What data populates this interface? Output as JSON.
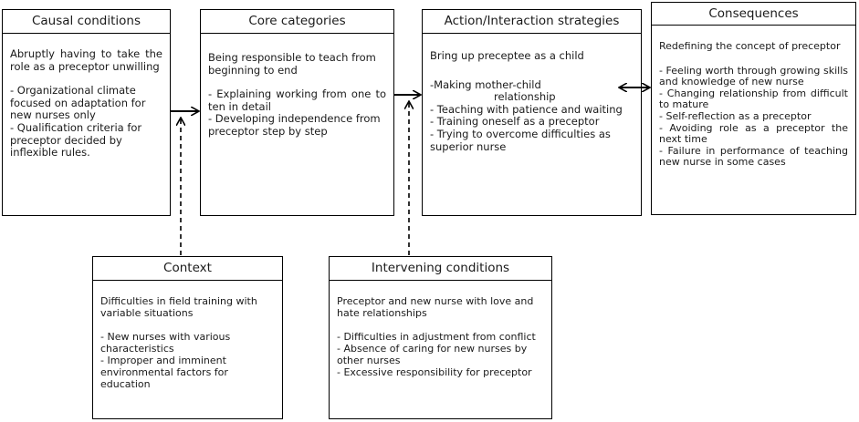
{
  "causal": {
    "title": "Causal conditions",
    "line1": "Abruptly having to take the",
    "line2": "role as a preceptor unwilling",
    "items": [
      "- Organizational climate focused on adaptation for new nurses only",
      "- Qualification criteria for preceptor decided by inflexible rules."
    ]
  },
  "core": {
    "title": "Core categories",
    "line1": "Being responsible to teach from",
    "line2": "beginning to end",
    "items": [
      "- Explaining working from one to ten in detail",
      "- Developing independence from preceptor step by step"
    ]
  },
  "strategies": {
    "title": "Action/Interaction strategies",
    "line1": "Bring up preceptee as a child",
    "item1a": "-Making mother-child",
    "item1b": "relationship",
    "items": [
      "- Teaching with patience and waiting",
      "- Training oneself as a preceptor",
      "- Trying to overcome difficulties as superior nurse"
    ]
  },
  "consequences": {
    "title": "Consequences",
    "line1": "Redefining the concept of preceptor",
    "items": [
      "- Feeling worth through growing skills and knowledge of new nurse",
      "- Changing relationship from difficult to mature",
      "- Self-reflection as a preceptor",
      "- Avoiding role as a preceptor the next time",
      "- Failure in performance of teaching new nurse in some cases"
    ]
  },
  "context": {
    "title": "Context",
    "line1": "Difficulties in field training with variable situations",
    "items": [
      "- New nurses with various characteristics",
      "- Improper and imminent environmental factors for education"
    ]
  },
  "intervening": {
    "title": "Intervening conditions",
    "line1": "Preceptor and new nurse with love and hate relationships",
    "items": [
      "- Difficulties in adjustment from conflict",
      "- Absence of caring for new nurses by other nurses",
      "- Excessive responsibility for preceptor"
    ]
  }
}
